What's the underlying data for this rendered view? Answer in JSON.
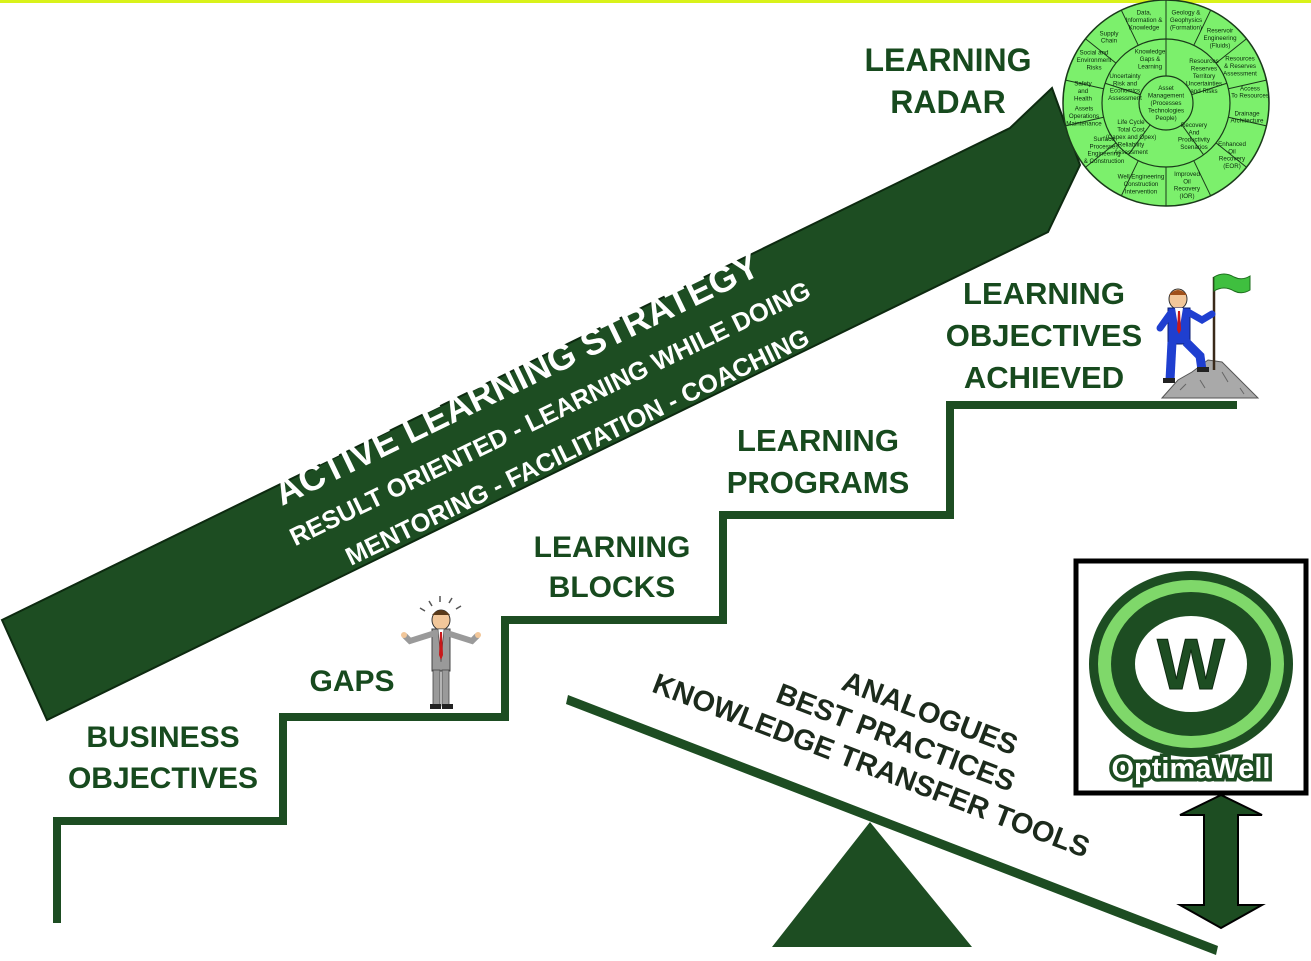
{
  "colors": {
    "dark_green": "#1d4d22",
    "radar_fill": "#7cf06c",
    "top_border": "#d9f21a",
    "text_green": "#174a1e"
  },
  "banner": {
    "title": "ACTIVE LEARNING STRATEGY",
    "line2": "RESULT ORIENTED - LEARNING WHILE DOING",
    "line3": "MENTORING  - FACILITATION - COACHING"
  },
  "radar": {
    "title_line1": "LEARNING",
    "title_line2": "RADAR",
    "center": [
      "Asset",
      "Management",
      "(Processes",
      "Technologies",
      "People)"
    ],
    "inner_ring": [
      [
        "Knowledge",
        "Gaps &",
        "Learning"
      ],
      [
        "Resources",
        "Reserves",
        "Territory",
        "Uncertainties",
        "and Risks"
      ],
      [
        "Recovery",
        "And",
        "Productivity",
        "Scenarios"
      ],
      [
        "Life Cycle",
        "Total Cost",
        "(Capex and Opex)",
        "Reliability",
        "Assessment"
      ],
      [
        "Uncertainty",
        "Risk and",
        "Economics",
        "Assessment"
      ]
    ],
    "outer_ring": [
      [
        "Data,",
        "Information &",
        "Knowledge"
      ],
      [
        "Geology &",
        "Geophysics",
        "(Formation)"
      ],
      [
        "Reservoir",
        "Engineering",
        "(Fluids)"
      ],
      [
        "Resources",
        "& Reserves",
        "Assessment"
      ],
      [
        "Access",
        "To Resources"
      ],
      [
        "Drainage",
        "Architecture"
      ],
      [
        "Enhanced",
        "Oil",
        "Recovery",
        "(EOR)"
      ],
      [
        "Improved",
        "Oil",
        "Recovery",
        "(IOR)"
      ],
      [
        "Well Engineering",
        "Construction",
        "Intervention"
      ],
      [
        "Surface",
        "Processes",
        "Engineering",
        "& Construction"
      ],
      [
        "Assets",
        "Operations",
        "Maintenance"
      ],
      [
        "Safety",
        "and",
        "Health"
      ],
      [
        "Social and",
        "Environment",
        "Risks"
      ],
      [
        "Supply",
        "Chain"
      ]
    ]
  },
  "steps": {
    "business_line1": "BUSINESS",
    "business_line2": "OBJECTIVES",
    "gaps": "GAPS",
    "blocks_line1": "LEARNING",
    "blocks_line2": "BLOCKS",
    "programs_line1": "LEARNING",
    "programs_line2": "PROGRAMS",
    "achieved_line1": "LEARNING",
    "achieved_line2": "OBJECTIVES",
    "achieved_line3": "ACHIEVED"
  },
  "seesaw": {
    "line1": "ANALOGUES",
    "line2": "BEST PRACTICES",
    "line3": "KNOWLEDGE TRANSFER TOOLS"
  },
  "logo": {
    "letter": "W",
    "brand": "OptimaWell"
  }
}
